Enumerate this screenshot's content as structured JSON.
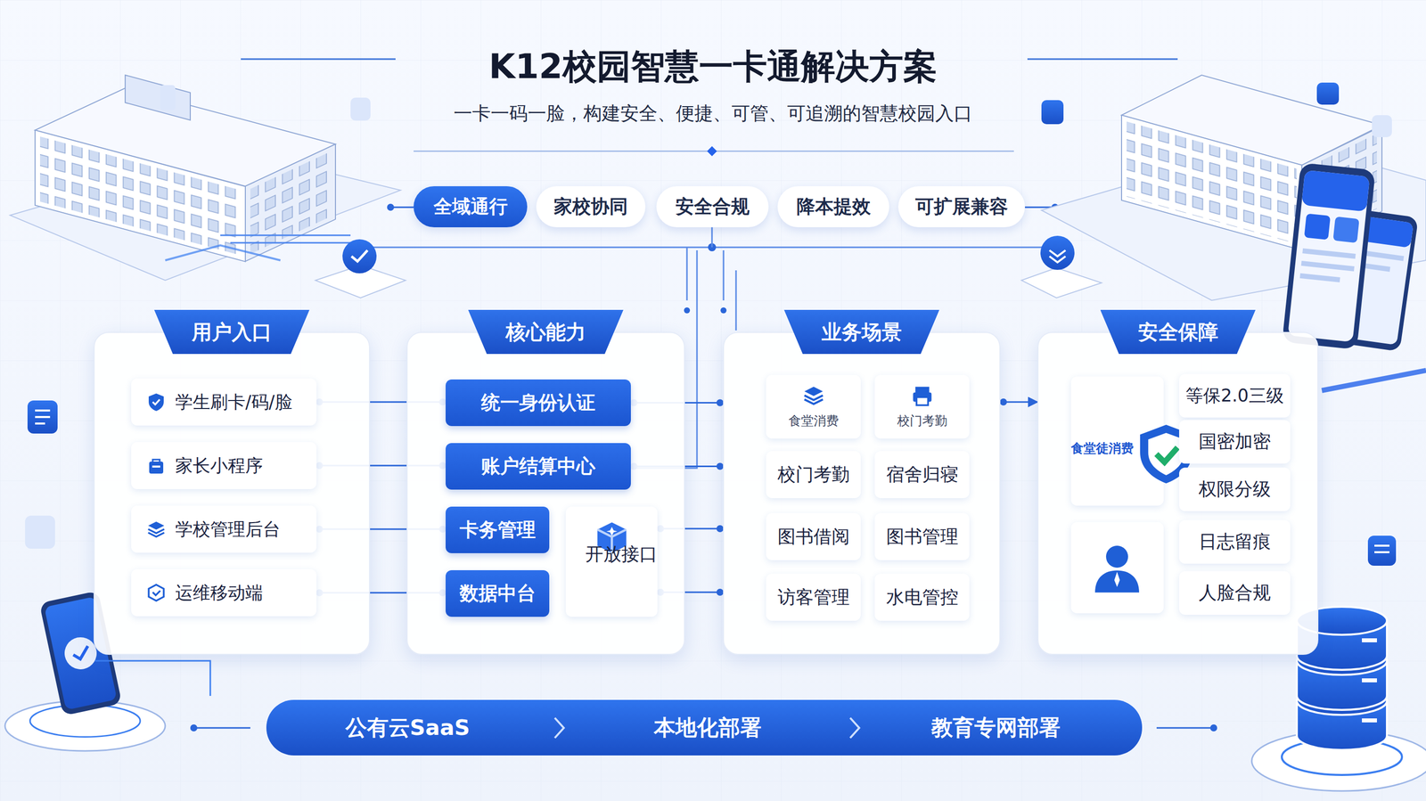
{
  "diagram": {
    "title": "K12校园智慧一卡通解决方案",
    "nodes": [
      {
        "text": [
          "全域通行"
        ]
      },
      {
        "text": [
          "家校协同"
        ]
      },
      {
        "text": [
          "安全合规"
        ]
      },
      {
        "text": [
          "降本提效"
        ]
      },
      {
        "text": [
          "可扩展兼容"
        ]
      },
      {
        "text": [
          "用户入口"
        ]
      },
      {
        "text": [
          "学生刷卡/码/脸"
        ],
        "in": 5
      },
      {
        "text": [
          "家长小程序"
        ],
        "in": 5
      },
      {
        "text": [
          "学校管理后台"
        ],
        "in": 5
      },
      {
        "text": [
          "运维移动端"
        ],
        "in": 5
      },
      {
        "text": [
          "核心能力"
        ]
      },
      {
        "text": [
          "统一身份认证"
        ],
        "in": 10
      },
      {
        "text": [
          "账户结算中心"
        ],
        "in": 10
      },
      {
        "text": [
          "卡务管理"
        ],
        "in": 10
      },
      {
        "text": [
          "开放接口"
        ],
        "in": 10
      },
      {
        "text": [
          "数据中台"
        ],
        "in": 10
      },
      {
        "text": [
          "业务场景"
        ]
      },
      {
        "text": [
          "食堂消费"
        ],
        "in": 16
      },
      {
        "text": [
          "校门考勤"
        ],
        "in": 16
      },
      {
        "text": [
          "校门考勤"
        ],
        "in": 16
      },
      {
        "text": [
          "宿舍归寝"
        ],
        "in": 16
      },
      {
        "text": [
          "图书借阅"
        ],
        "in": 16
      },
      {
        "text": [
          "图书管理"
        ],
        "in": 16
      },
      {
        "text": [
          "访客管理"
        ],
        "in": 16
      },
      {
        "text": [
          "水电管控"
        ],
        "in": 16
      },
      {
        "text": [
          "安全保障"
        ]
      },
      {
        "text": [
          "食堂徒消费"
        ],
        "in": 25
      },
      {
        "text": [
          "等保2.0三级"
        ],
        "in": 25
      },
      {
        "text": [
          "国密加密"
        ],
        "in": 25
      },
      {
        "text": [
          "权限分级"
        ],
        "in": 25
      },
      {
        "text": [
          "日志留痕"
        ],
        "in": 25
      },
      {
        "text": [
          "人脸合规"
        ],
        "in": 25
      },
      {
        "text": [
          "公有云SaaS"
        ]
      },
      {
        "text": [
          "本地化部署"
        ]
      },
      {
        "text": [
          "教育专网部署"
        ]
      }
    ],
    "edges": [
      {
        "from": 6,
        "to": 11,
        "arrow": "none"
      },
      {
        "from": 7,
        "to": 12,
        "arrow": "none"
      },
      {
        "from": 8,
        "to": 13,
        "arrow": "none"
      },
      {
        "from": 9,
        "to": 15,
        "arrow": "none"
      },
      {
        "from": 11,
        "to": 16,
        "arrow": "none"
      },
      {
        "from": 12,
        "to": 16,
        "arrow": "none"
      },
      {
        "from": 14,
        "to": 16,
        "arrow": "none"
      },
      {
        "from": 14,
        "to": 16,
        "arrow": "none"
      },
      {
        "from": 16,
        "to": 25,
        "arrow": "to"
      }
    ],
    "labels": [
      "一卡一码一脸，构建安全、便捷、可管、可追溯的智慧校园入口"
    ]
  }
}
